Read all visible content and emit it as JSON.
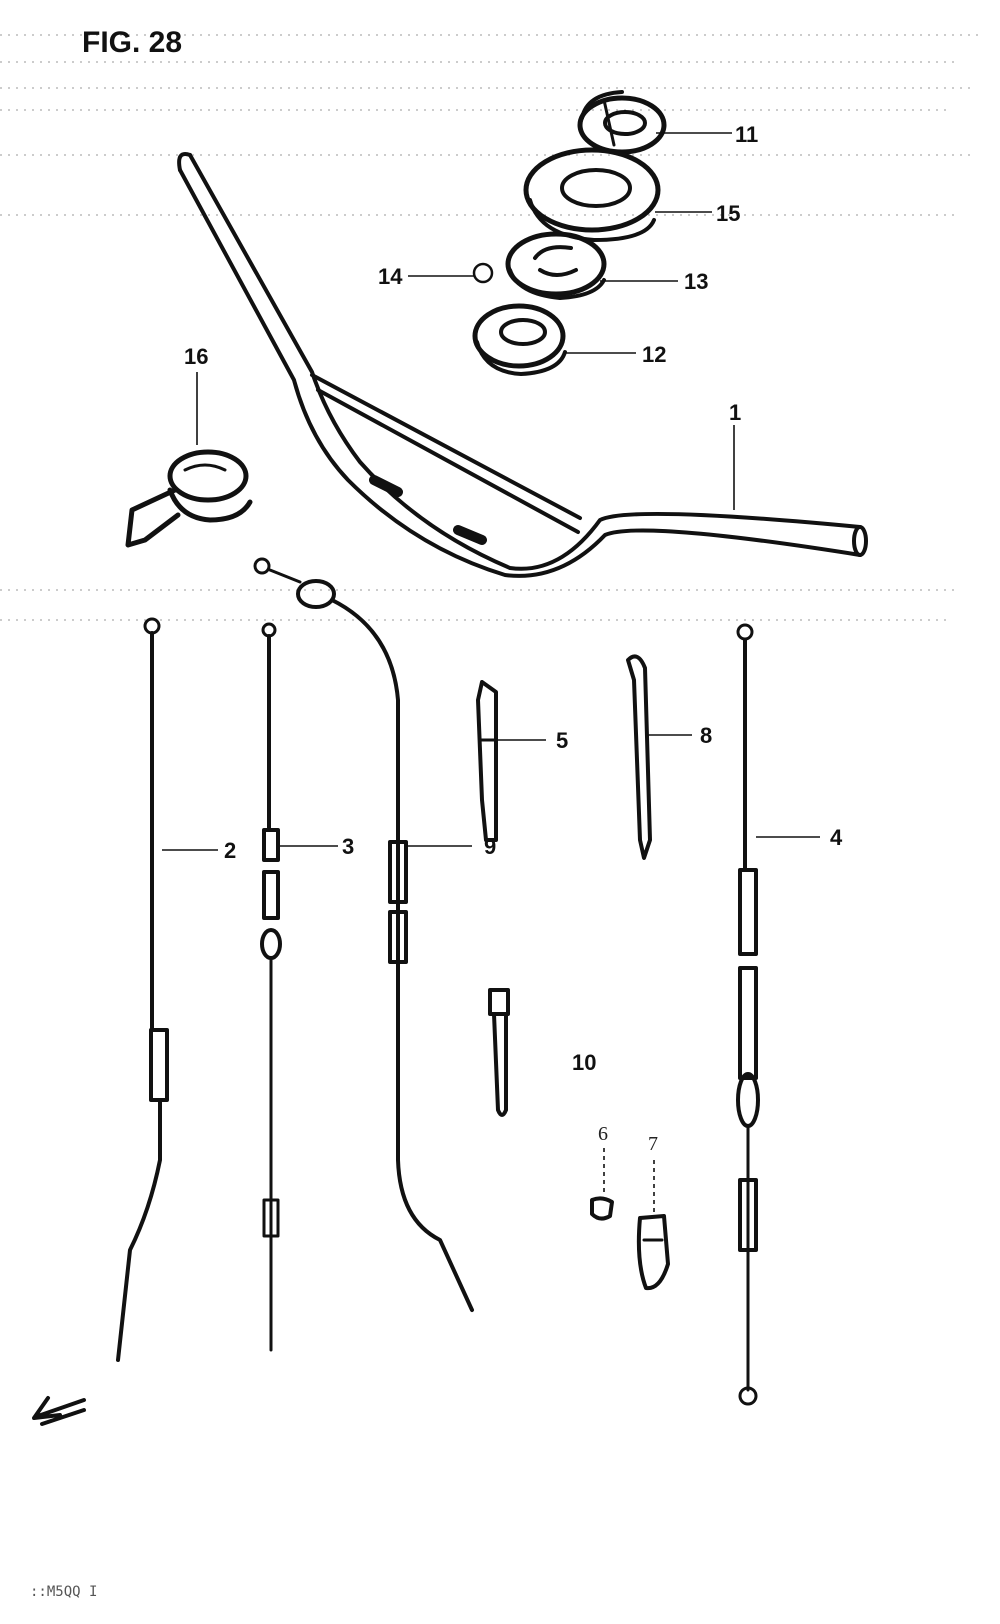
{
  "figure": {
    "title": "FIG. 28",
    "footer_code": "::M5QQ  I"
  },
  "callouts": [
    {
      "id": "1",
      "label": "1"
    },
    {
      "id": "2",
      "label": "2"
    },
    {
      "id": "3",
      "label": "3"
    },
    {
      "id": "4",
      "label": "4"
    },
    {
      "id": "5",
      "label": "5"
    },
    {
      "id": "6",
      "label": "6"
    },
    {
      "id": "7",
      "label": "7"
    },
    {
      "id": "8",
      "label": "8"
    },
    {
      "id": "9",
      "label": "9"
    },
    {
      "id": "10",
      "label": "10"
    },
    {
      "id": "11",
      "label": "11"
    },
    {
      "id": "12",
      "label": "12"
    },
    {
      "id": "13",
      "label": "13"
    },
    {
      "id": "14",
      "label": "14"
    },
    {
      "id": "15",
      "label": "15"
    },
    {
      "id": "16",
      "label": "16"
    }
  ],
  "colors": {
    "ink": "#111111",
    "paper": "#ffffff"
  }
}
